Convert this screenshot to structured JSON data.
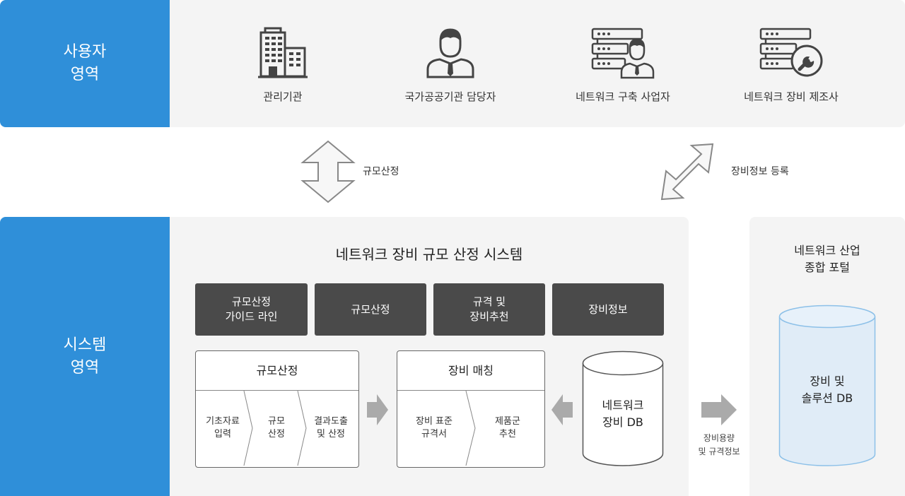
{
  "zones": {
    "user": "사용자\n영역",
    "system": "시스템\n영역"
  },
  "actors": [
    {
      "name": "관리기관",
      "icon": "building-icon"
    },
    {
      "name": "국가공공기관 담당자",
      "icon": "officer-icon"
    },
    {
      "name": "네트워크 구축  사업자",
      "icon": "server-operator-icon"
    },
    {
      "name": "네트워크 장비 제조사",
      "icon": "server-wrench-icon"
    }
  ],
  "flows": {
    "sizing": "규모산정",
    "equipment_registration": "장비정보 등록",
    "capacity_spec": "장비용량\n및 규격정보"
  },
  "system": {
    "title": "네트워크 장비 규모 산정 시스템",
    "functions": [
      "규모산정\n가이드 라인",
      "규모산정",
      "규격 및\n장비추천",
      "장비정보"
    ],
    "process_sizing": {
      "title": "규모산정",
      "steps": [
        "기초자료\n입력",
        "규모\n산정",
        "결과도출\n및 산정"
      ]
    },
    "process_matching": {
      "title": "장비 매칭",
      "steps": [
        "장비 표준\n규격서",
        "제품군\n추천"
      ]
    },
    "network_db": "네트워크\n장비 DB"
  },
  "portal": {
    "title": "네트워크 산업\n종합 포털",
    "db": "장비 및\n솔루션 DB"
  },
  "colors": {
    "accent_blue": "#2f8fd9",
    "panel_gray": "#f4f4f4",
    "button_dark": "#4a4a4a",
    "db_fill": "#e0ecf7",
    "db_stroke": "#8cc0e8"
  }
}
